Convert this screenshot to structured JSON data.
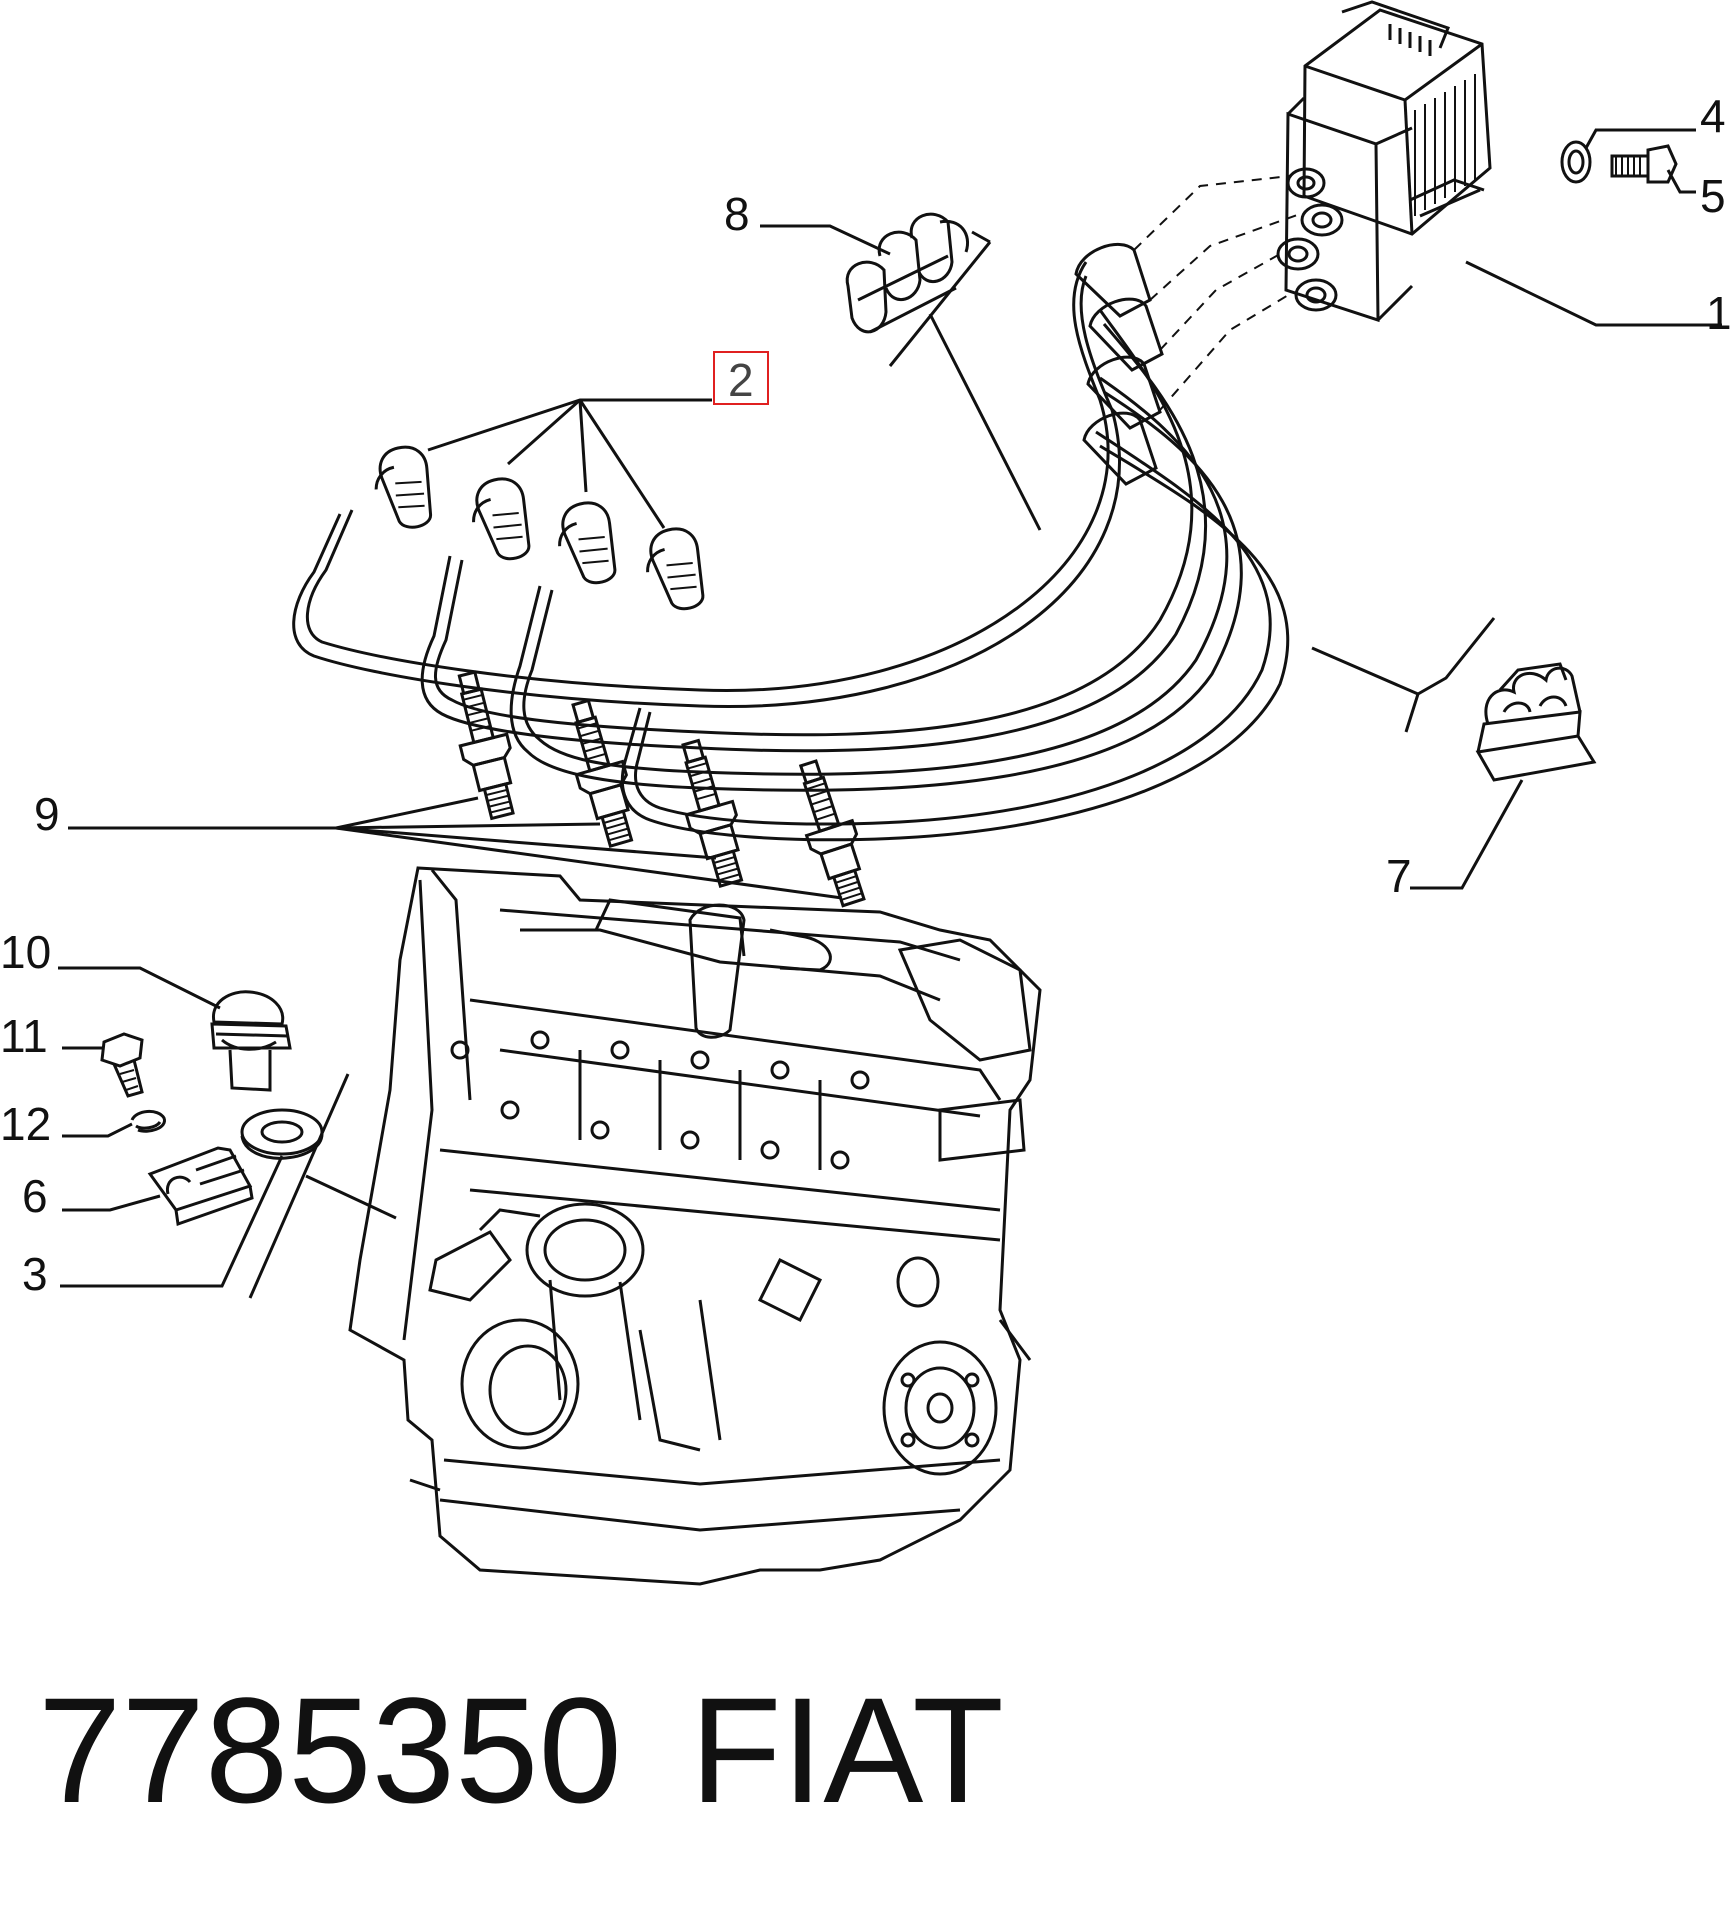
{
  "callouts": {
    "c1": "1",
    "c2": "2",
    "c3": "3",
    "c4": "4",
    "c5": "5",
    "c6": "6",
    "c7": "7",
    "c8": "8",
    "c9": "9",
    "c10": "10",
    "c11": "11",
    "c12": "12"
  },
  "highlight_color": "#e02020",
  "footer": {
    "part_number": "7785350",
    "brand": "FIAT"
  }
}
